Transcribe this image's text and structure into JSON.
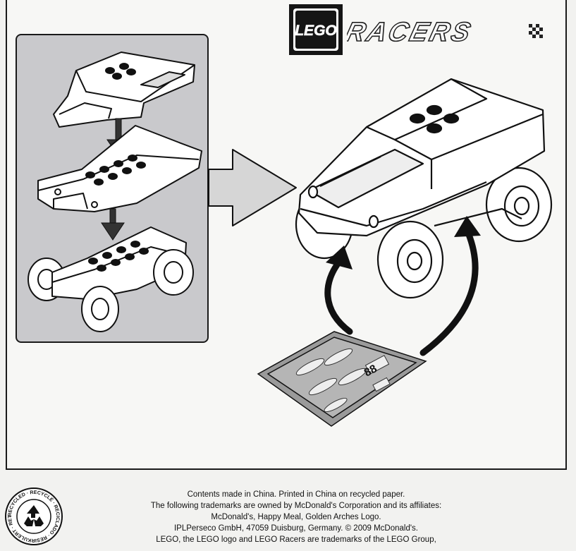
{
  "brand": {
    "logo_text": "LEGO",
    "product_word": "RACERS",
    "logo_color": "#151515"
  },
  "icons": [
    "arrow-right-icon",
    "arrow-down-icon",
    "arrow-up-icon",
    "recycle-icon"
  ],
  "footer": {
    "lines": [
      "Contents made in China. Printed in China on recycled paper.",
      "The following trademarks are owned by McDonald's Corporation and its affiliates:",
      "McDonald's, Happy Meal, Golden Arches Logo.",
      "IPLPerseco GmbH, 47059 Duisburg, Germany. © 2009 McDonald's.",
      "LEGO, the LEGO logo and LEGO Racers are trademarks of the LEGO Group,"
    ]
  },
  "seal": {
    "text": "RECYCLED · RECYCLÉ · RECICLADO · RESIRKULERT · RETT"
  }
}
